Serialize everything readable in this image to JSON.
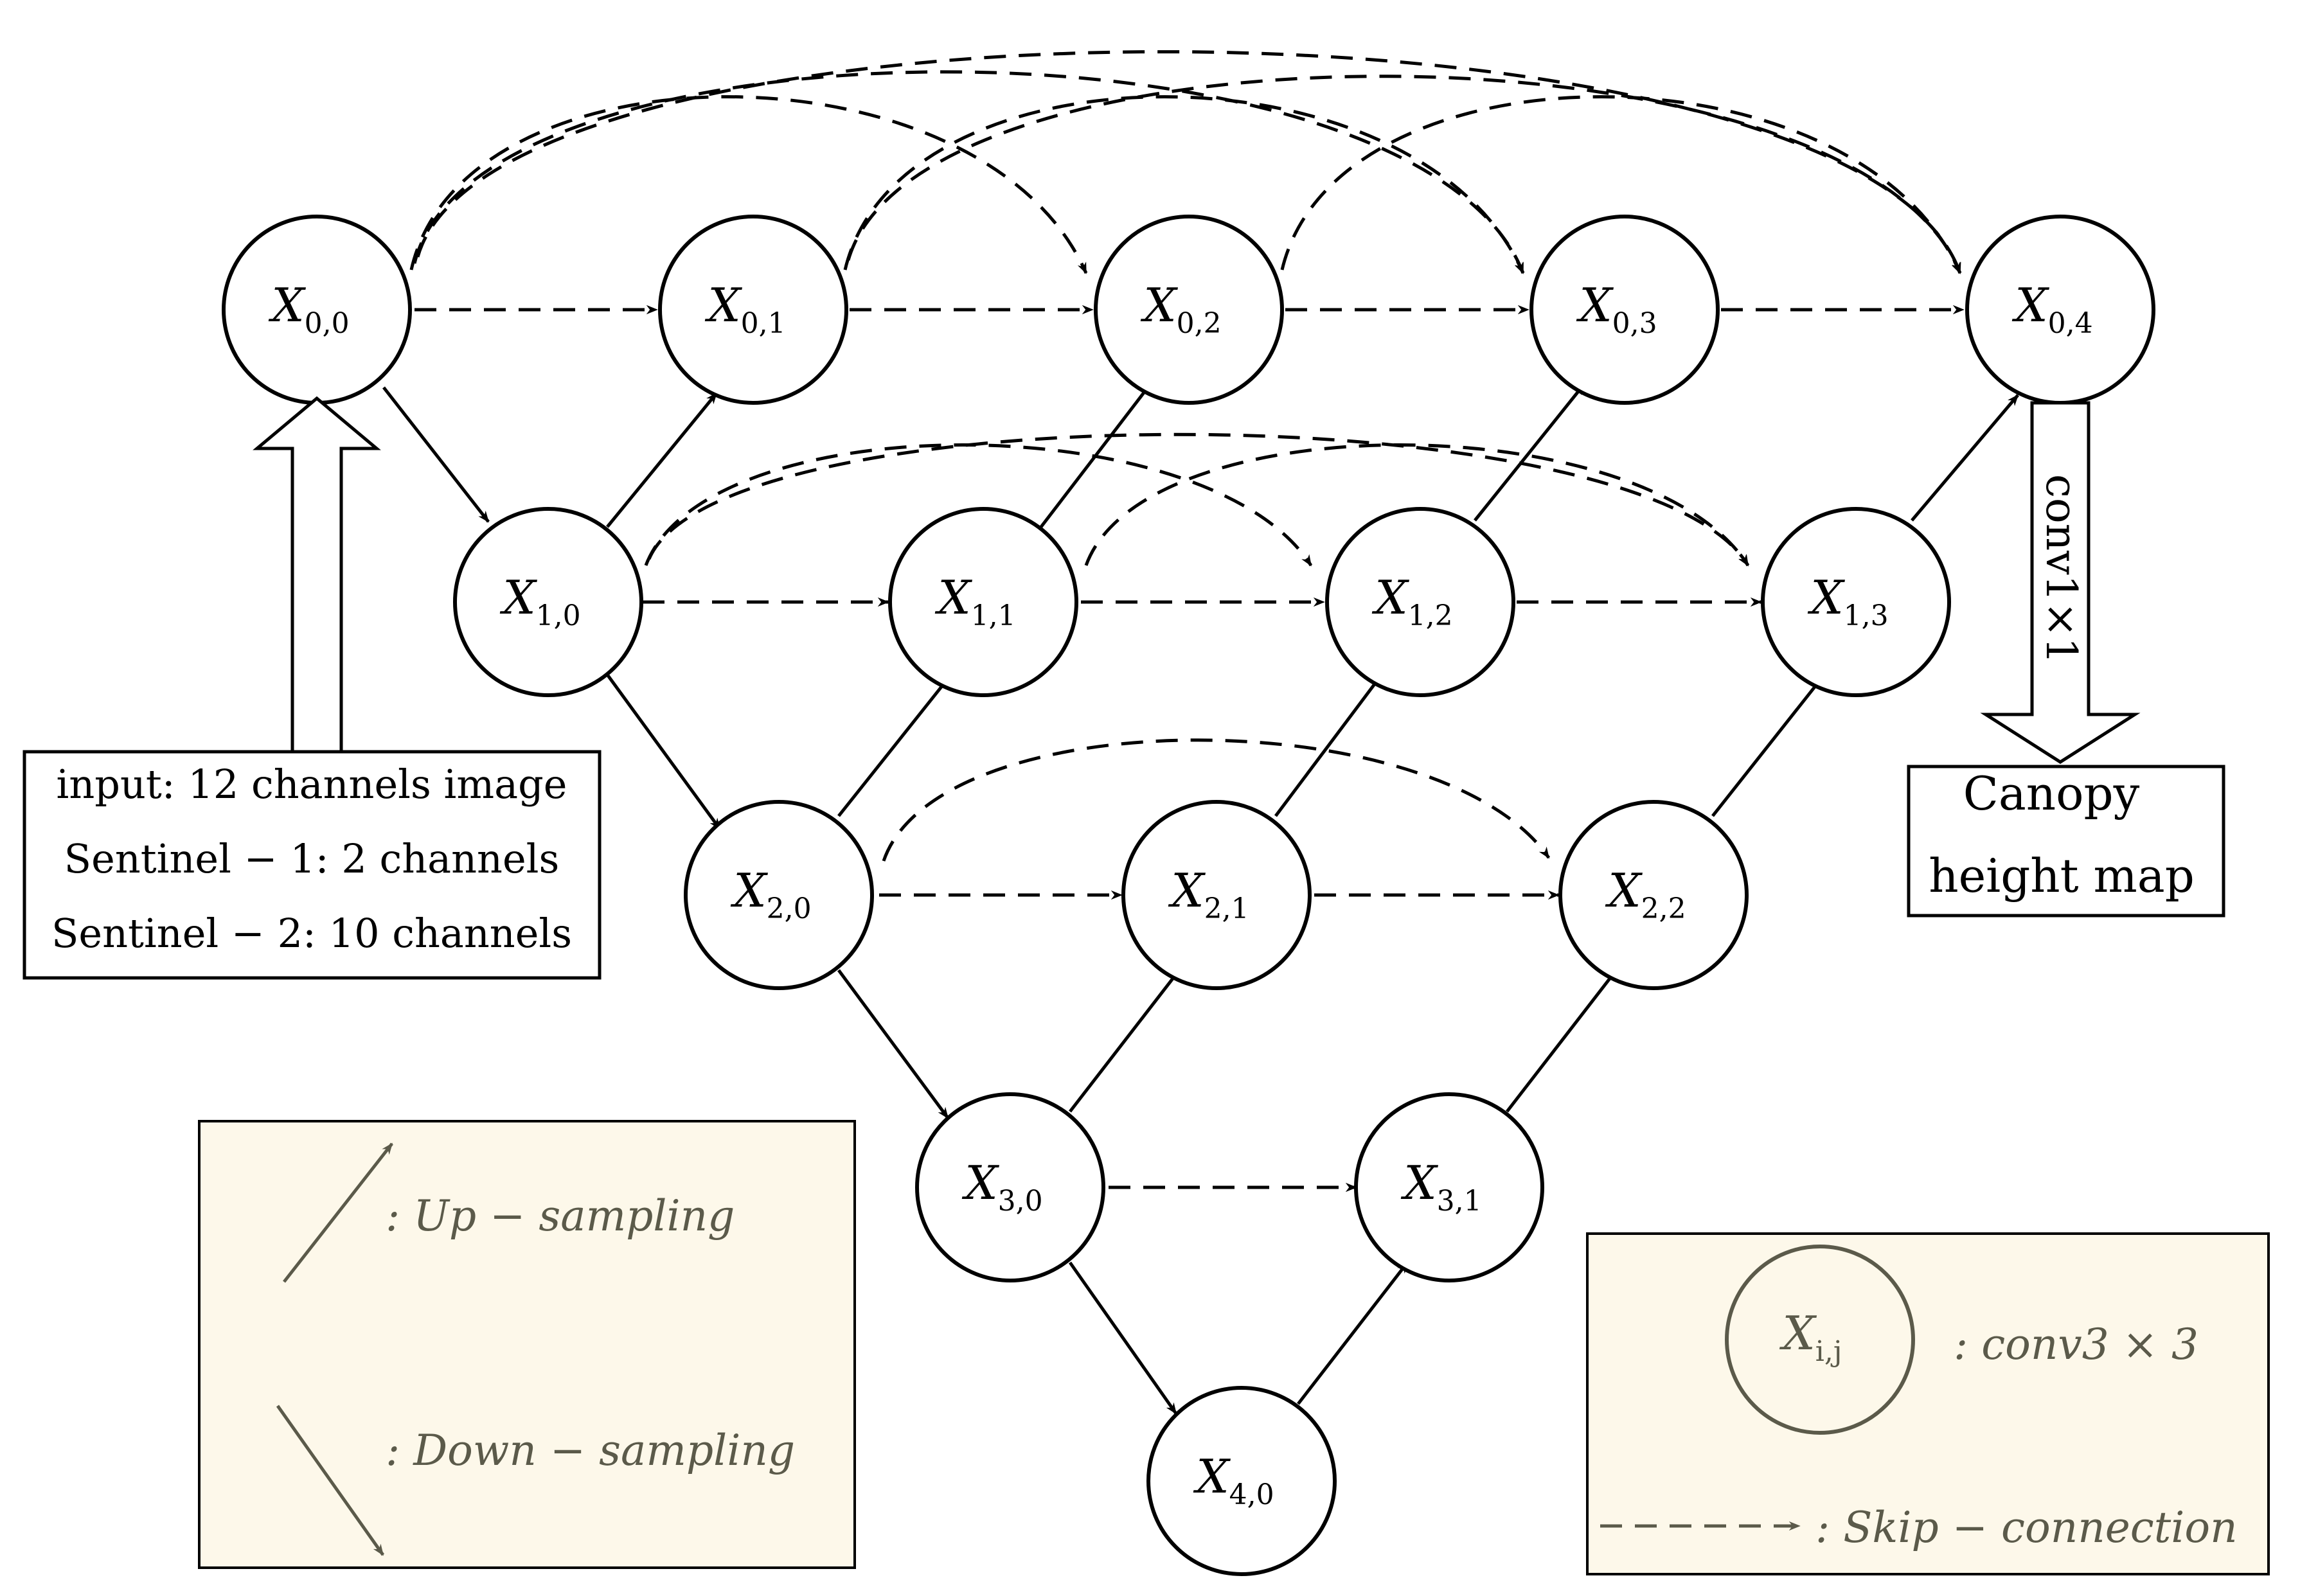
{
  "nodes": [
    {
      "id": "0-0",
      "label": "X",
      "sub": "0,0"
    },
    {
      "id": "0-1",
      "label": "X",
      "sub": "0,1"
    },
    {
      "id": "0-2",
      "label": "X",
      "sub": "0,2"
    },
    {
      "id": "0-3",
      "label": "X",
      "sub": "0,3"
    },
    {
      "id": "0-4",
      "label": "X",
      "sub": "0,4"
    },
    {
      "id": "1-0",
      "label": "X",
      "sub": "1,0"
    },
    {
      "id": "1-1",
      "label": "X",
      "sub": "1,1"
    },
    {
      "id": "1-2",
      "label": "X",
      "sub": "1,2"
    },
    {
      "id": "1-3",
      "label": "X",
      "sub": "1,3"
    },
    {
      "id": "2-0",
      "label": "X",
      "sub": "2,0"
    },
    {
      "id": "2-1",
      "label": "X",
      "sub": "2,1"
    },
    {
      "id": "2-2",
      "label": "X",
      "sub": "2,2"
    },
    {
      "id": "3-0",
      "label": "X",
      "sub": "3,0"
    },
    {
      "id": "3-1",
      "label": "X",
      "sub": "3,1"
    },
    {
      "id": "4-0",
      "label": "X",
      "sub": "4,0"
    }
  ],
  "input_box": {
    "line1": "input: 12 channels image",
    "line2": "Sentinel − 1:  2 channels",
    "line3": "Sentinel − 2:  10 channels"
  },
  "conv_label": "conv1×1",
  "output_box": {
    "line1": "Canopy",
    "line2": "height map"
  },
  "legend_sampling": {
    "up": ": Up − sampling",
    "down": ": Down − sampling"
  },
  "legend_conv": {
    "node_label": "X",
    "node_sub": "i,j",
    "conv": ": conv3 × 3",
    "skip": ": Skip − connection"
  },
  "colors": {
    "legend_bg": "#fdf8ea",
    "legend_ink": "#5b5a4a",
    "ink": "#000000"
  }
}
